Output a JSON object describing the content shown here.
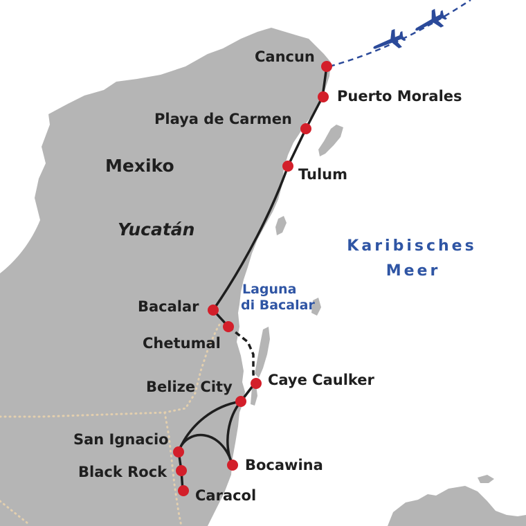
{
  "colors": {
    "water": "#ffffff",
    "land": "#b5b5b5",
    "route": "#1e1e1e",
    "stop": "#d31f2a",
    "flight": "#2b4a9a",
    "water_label": "#2f55a4",
    "border": "#e3cfae",
    "label": "#1f1f1f"
  },
  "labels": {
    "country": "Mexiko",
    "region": "Yucatán",
    "sea_line1": "Karibisches",
    "sea_line2": "Meer",
    "lagoon_line1": "Laguna",
    "lagoon_line2": "di Bacalar"
  },
  "stops": [
    {
      "name": "Cancun"
    },
    {
      "name": "Puerto Morales"
    },
    {
      "name": "Playa de Carmen"
    },
    {
      "name": "Tulum"
    },
    {
      "name": "Bacalar"
    },
    {
      "name": "Chetumal"
    },
    {
      "name": "Caye Caulker"
    },
    {
      "name": "Belize City"
    },
    {
      "name": "San Ignacio"
    },
    {
      "name": "Black Rock"
    },
    {
      "name": "Bocawina"
    },
    {
      "name": "Caracol"
    }
  ],
  "icons": {
    "flight": "airplane-icon"
  }
}
